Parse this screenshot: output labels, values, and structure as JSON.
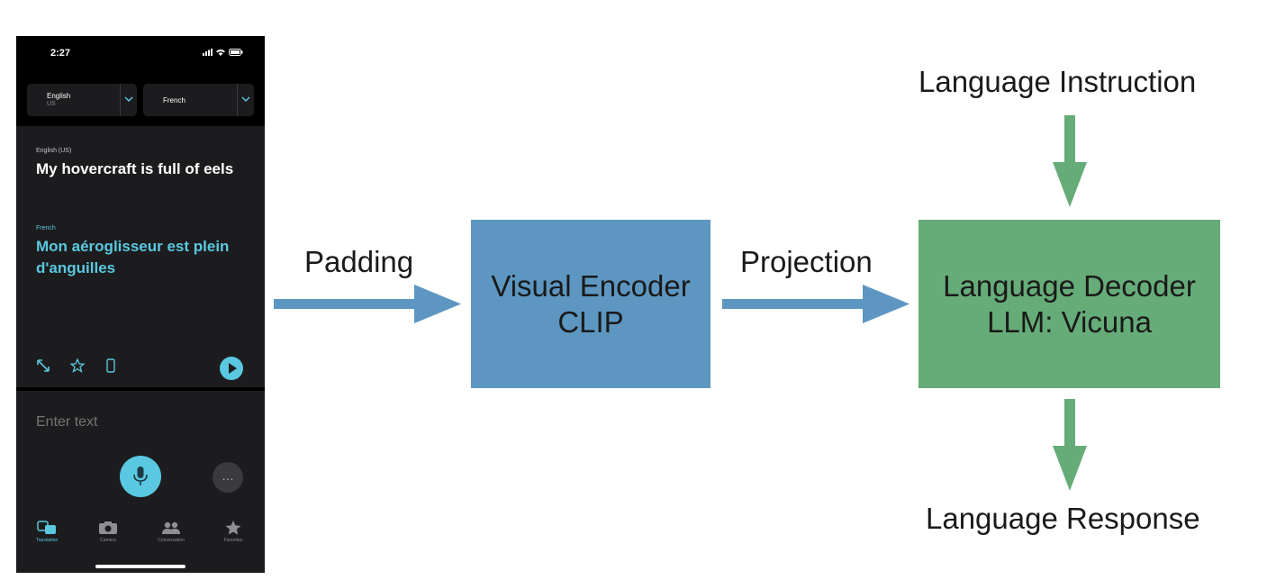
{
  "phone": {
    "status_time": "2:27",
    "source_lang": {
      "name": "English",
      "region": "US"
    },
    "target_lang": {
      "name": "French"
    },
    "source_label": "English (US)",
    "source_text": "My hovercraft is full of eels",
    "target_label": "French",
    "target_text": "Mon aéroglisseur est plein d'anguilles",
    "input_placeholder": "Enter text",
    "more_glyph": "…",
    "tabs": [
      {
        "label": "Translation",
        "icon": "translate-icon"
      },
      {
        "label": "Camera",
        "icon": "camera-icon"
      },
      {
        "label": "Conversation",
        "icon": "conversation-icon"
      },
      {
        "label": "Favorites",
        "icon": "star-icon"
      }
    ],
    "accent_color": "#5ac8e0"
  },
  "diagram": {
    "padding_label": "Padding",
    "projection_label": "Projection",
    "encoder_line1": "Visual Encoder",
    "encoder_line2": "CLIP",
    "decoder_line1": "Language Decoder",
    "decoder_line2": "LLM: Vicuna",
    "instruction_label": "Language Instruction",
    "response_label": "Language Response",
    "colors": {
      "encoder": "#5d97c1",
      "decoder": "#66ac78"
    }
  }
}
